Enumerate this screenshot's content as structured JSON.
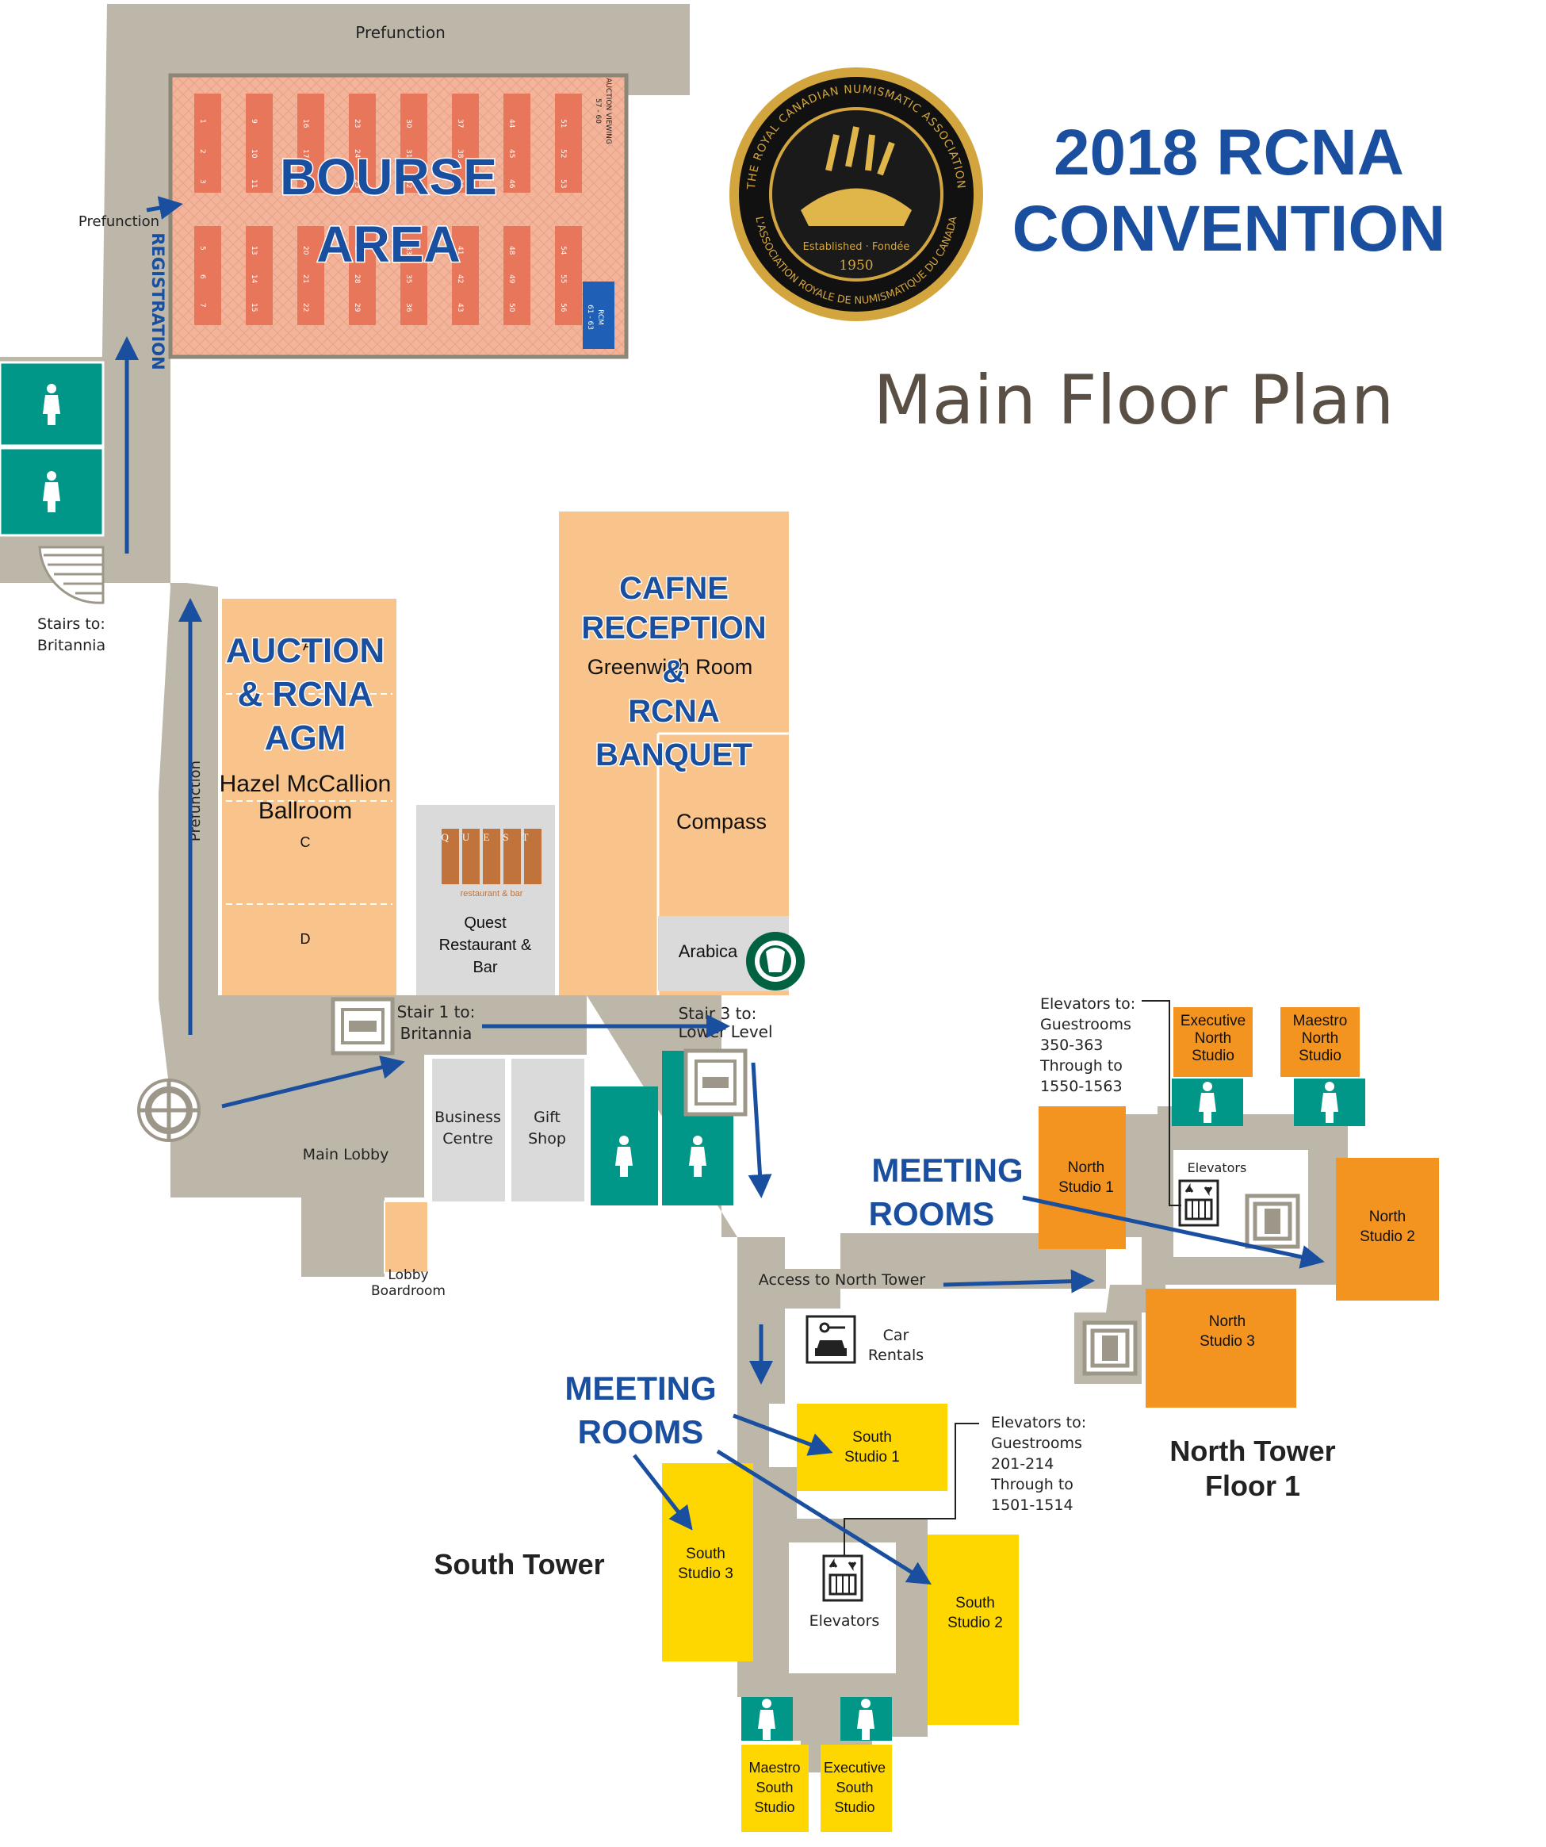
{
  "header": {
    "title_line1": "2018 RCNA",
    "title_line2": "CONVENTION",
    "subtitle": "Main Floor Plan"
  },
  "medallion": {
    "outer_text": "THE ROYAL CANADIAN NUMISMATIC ASSOCIATION",
    "inner_text": "L'ASSOCIATION ROYALE DE NUMISMATIQUE DU CANADA",
    "established": "Established · Fondée",
    "year": "1950"
  },
  "areas": {
    "prefunction_top": "Prefunction",
    "prefunction_left": "Prefunction",
    "prefunction_vertical": "Prefunction",
    "registration": "REGISTRATION",
    "bourse_line1": "BOURSE",
    "bourse_line2": "AREA",
    "auction_viewing": "AUCTION VIEWING",
    "auction_viewing_tables": "57 - 60",
    "rcm": "RCM",
    "rcm_tables": "61 - 63",
    "stairs_britannia_1": "Stairs to:",
    "stairs_britannia_2": "Britannia",
    "auction_1": "AUCTION",
    "auction_2": "& RCNA",
    "auction_3": "AGM",
    "ballroom_1": "Hazel McCallion",
    "ballroom_2": "Ballroom",
    "section_a": "A",
    "section_c": "C",
    "section_d": "D",
    "cafne_1": "CAFNE",
    "cafne_2": "RECEPTION",
    "cafne_3": "&",
    "cafne_4": "RCNA",
    "cafne_5": "BANQUET",
    "greenwich": "Greenwich Room",
    "compass": "Compass",
    "arabica": "Arabica",
    "quest_logo": "QUEST",
    "quest_logo_sub": "restaurant & bar",
    "quest_1": "Quest",
    "quest_2": "Restaurant &",
    "quest_3": "Bar",
    "stair1_1": "Stair 1 to:",
    "stair1_2": "Britannia",
    "stair3_1": "Stair 3 to:",
    "stair3_2": "Lower Level",
    "business_1": "Business",
    "business_2": "Centre",
    "gift_1": "Gift",
    "gift_2": "Shop",
    "main_lobby": "Main Lobby",
    "lobby_board_1": "Lobby",
    "lobby_board_2": "Boardroom",
    "access_north": "Access to North Tower",
    "car_1": "Car",
    "car_2": "Rentals",
    "meeting_a_1": "MEETING",
    "meeting_a_2": "ROOMS",
    "meeting_b_1": "MEETING",
    "meeting_b_2": "ROOMS",
    "elev_north_1": "Elevators to:",
    "elev_north_2": "Guestrooms",
    "elev_north_3": "350-363",
    "elev_north_4": "Through to",
    "elev_north_5": "1550-1563",
    "elev_south_1": "Elevators to:",
    "elev_south_2": "Guestrooms",
    "elev_south_3": "201-214",
    "elev_south_4": "Through to",
    "elev_south_5": "1501-1514",
    "elevators_north": "Elevators",
    "elevators_south": "Elevators",
    "exec_north_1": "Executive",
    "exec_north_2": "North",
    "exec_north_3": "Studio",
    "maestro_north_1": "Maestro",
    "maestro_north_2": "North",
    "maestro_north_3": "Studio",
    "north1_1": "North",
    "north1_2": "Studio 1",
    "north2_1": "North",
    "north2_2": "Studio 2",
    "north3_1": "North",
    "north3_2": "Studio 3",
    "north_tower_1": "North Tower",
    "north_tower_2": "Floor 1",
    "south_tower": "South Tower",
    "south1_1": "South",
    "south1_2": "Studio 1",
    "south2_1": "South",
    "south2_2": "Studio 2",
    "south3_1": "South",
    "south3_2": "Studio 3",
    "maestro_south_1": "Maestro",
    "maestro_south_2": "South",
    "maestro_south_3": "Studio",
    "exec_south_1": "Executive",
    "exec_south_2": "South",
    "exec_south_3": "Studio"
  },
  "bourse": {
    "column_tables": [
      [
        "1",
        "2",
        "3"
      ],
      [
        "9",
        "10",
        "11"
      ],
      [
        "16",
        "17",
        "18"
      ],
      [
        "23",
        "24",
        "25"
      ],
      [
        "30",
        "31",
        "32"
      ],
      [
        "37",
        "38",
        "39"
      ],
      [
        "44",
        "45",
        "46"
      ],
      [
        "51",
        "52",
        "53"
      ]
    ],
    "lower_tables": [
      [
        "5",
        "6",
        "7"
      ],
      [
        "13",
        "14",
        "15"
      ],
      [
        "20",
        "21",
        "22"
      ],
      [
        "27",
        "28",
        "29"
      ],
      [
        "33",
        "35",
        "36"
      ],
      [
        "41",
        "42",
        "43"
      ],
      [
        "48",
        "49",
        "50"
      ],
      [
        "54",
        "55",
        "56"
      ]
    ]
  },
  "colors": {
    "corridor": "#bcb7a9",
    "ballroom": "#f9c48b",
    "bourse": "#f2b49a",
    "restroom": "#009688",
    "shop": "#dadada",
    "north_room": "#f39320",
    "south_room": "#ffd700",
    "accent": "#1a4fa0"
  },
  "icons": [
    "restroom-icon",
    "stairs-icon",
    "elevator-icon",
    "car-rental-icon",
    "starbucks-logo",
    "quest-logo",
    "rcna-medallion"
  ]
}
